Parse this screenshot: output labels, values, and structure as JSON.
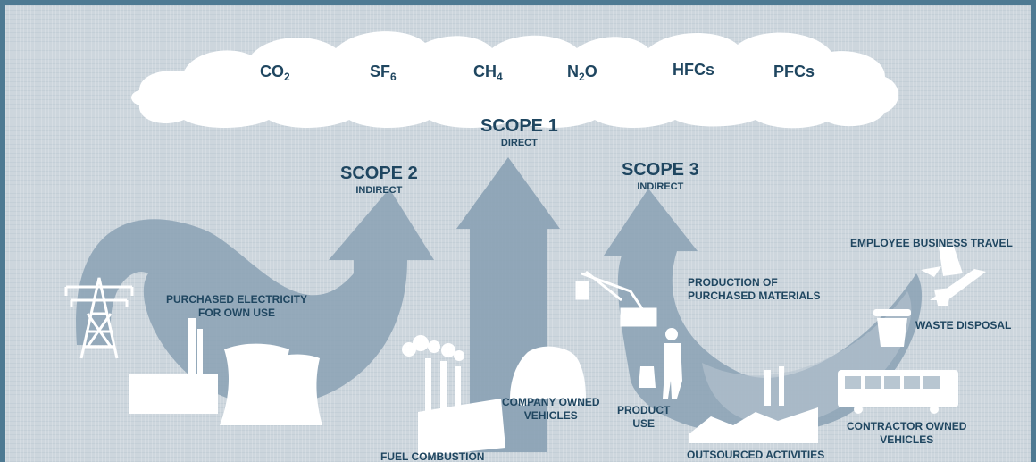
{
  "gases": [
    {
      "base": "CO",
      "sub": "2"
    },
    {
      "base": "SF",
      "sub": "6"
    },
    {
      "base": "CH",
      "sub": "4"
    },
    {
      "base": "N",
      "sub": "2",
      "after": "O"
    },
    {
      "base": "HFCs",
      "sub": ""
    },
    {
      "base": "PFCs",
      "sub": ""
    }
  ],
  "scopes": {
    "scope1": {
      "title": "SCOPE 1",
      "type": "DIRECT"
    },
    "scope2": {
      "title": "SCOPE 2",
      "type": "INDIRECT"
    },
    "scope3": {
      "title": "SCOPE 3",
      "type": "INDIRECT"
    }
  },
  "labels": {
    "purchased_electricity_line1": "PURCHASED ELECTRICITY",
    "purchased_electricity_line2": "FOR OWN USE",
    "fuel_combustion": "FUEL COMBUSTION",
    "company_vehicles_line1": "COMPANY OWNED",
    "company_vehicles_line2": "VEHICLES",
    "product_use_line1": "PRODUCT",
    "product_use_line2": "USE",
    "production_line1": "PRODUCTION OF",
    "production_line2": "PURCHASED MATERIALS",
    "outsourced": "OUTSOURCED ACTIVITIES",
    "business_travel": "EMPLOYEE BUSINESS TRAVEL",
    "waste_disposal": "WASTE DISPOSAL",
    "contractor_vehicles_line1": "CONTRACTOR OWNED",
    "contractor_vehicles_line2": "VEHICLES"
  },
  "colors": {
    "background": "#cdd6dd",
    "border": "#4e7a93",
    "arrow": "#7f97ab",
    "text": "#1f4660",
    "cloud": "#ffffff"
  }
}
